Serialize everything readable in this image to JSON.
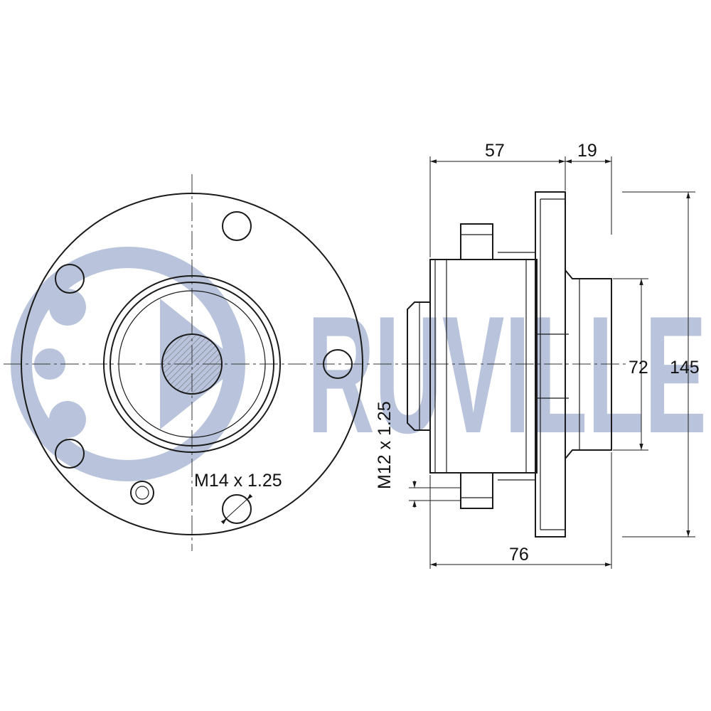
{
  "brand": {
    "logo_text": "RUVILLE",
    "logo_color": "#b9c4dc"
  },
  "dimensions": {
    "flange_to_bearing": "57",
    "flange_thickness": "19",
    "total_length": "76",
    "pilot_diameter": "72",
    "flange_diameter": "145"
  },
  "threads": {
    "wheel_bolt": "M14 x 1.25",
    "axle_thread": "M12 x 1.25"
  }
}
